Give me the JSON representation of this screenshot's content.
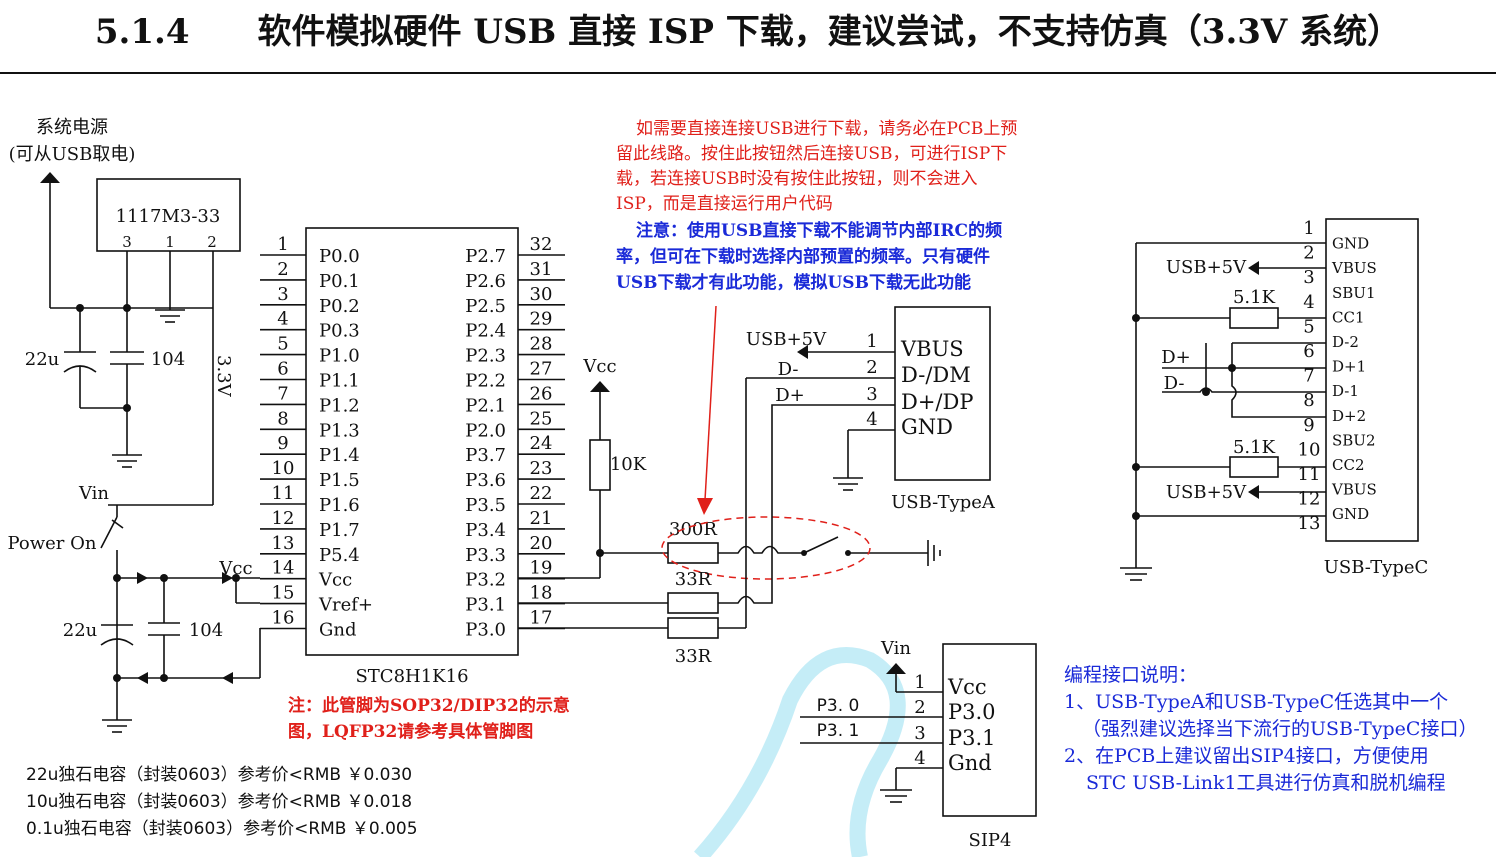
{
  "title": "5.1.4  软件模拟硬件 USB 直接 ISP 下载，建议尝试，不支持仿真（3.3V 系统）",
  "power": {
    "system_power_line1": "系统电源",
    "system_power_line2": "(可从USB取电)",
    "regulator": "1117M3-33",
    "reg_pin3": "3",
    "reg_pin1": "1",
    "reg_pin2": "2",
    "cap_22u": "22u",
    "cap_104": "104",
    "v33": "3.3V",
    "vin": "Vin",
    "power_on": "Power On",
    "vcc": "Vcc",
    "cap2_22u": "22u",
    "cap2_104": "104"
  },
  "mcu": {
    "name": "STC8H1K16",
    "left_pins": [
      {
        "num": "1",
        "name": "P0.0"
      },
      {
        "num": "2",
        "name": "P0.1"
      },
      {
        "num": "3",
        "name": "P0.2"
      },
      {
        "num": "4",
        "name": "P0.3"
      },
      {
        "num": "5",
        "name": "P1.0"
      },
      {
        "num": "6",
        "name": "P1.1"
      },
      {
        "num": "7",
        "name": "P1.2"
      },
      {
        "num": "8",
        "name": "P1.3"
      },
      {
        "num": "9",
        "name": "P1.4"
      },
      {
        "num": "10",
        "name": "P1.5"
      },
      {
        "num": "11",
        "name": "P1.6"
      },
      {
        "num": "12",
        "name": "P1.7"
      },
      {
        "num": "13",
        "name": "P5.4"
      },
      {
        "num": "14",
        "name": "Vcc"
      },
      {
        "num": "15",
        "name": "Vref+"
      },
      {
        "num": "16",
        "name": "Gnd"
      }
    ],
    "right_pins": [
      {
        "num": "32",
        "name": "P2.7"
      },
      {
        "num": "31",
        "name": "P2.6"
      },
      {
        "num": "30",
        "name": "P2.5"
      },
      {
        "num": "29",
        "name": "P2.4"
      },
      {
        "num": "28",
        "name": "P2.3"
      },
      {
        "num": "27",
        "name": "P2.2"
      },
      {
        "num": "26",
        "name": "P2.1"
      },
      {
        "num": "25",
        "name": "P2.0"
      },
      {
        "num": "24",
        "name": "P3.7"
      },
      {
        "num": "23",
        "name": "P3.6"
      },
      {
        "num": "22",
        "name": "P3.5"
      },
      {
        "num": "21",
        "name": "P3.4"
      },
      {
        "num": "20",
        "name": "P3.3"
      },
      {
        "num": "19",
        "name": "P3.2"
      },
      {
        "num": "18",
        "name": "P3.1"
      },
      {
        "num": "17",
        "name": "P3.0"
      }
    ]
  },
  "isp_circuit": {
    "vcc": "Vcc",
    "r10k": "10K",
    "r300": "300R",
    "r33a": "33R",
    "r33b": "33R"
  },
  "notes": {
    "red_note": [
      "如需要直接连接USB进行下载，请务必在PCB上预",
      "留此线路。按住此按钮然后连接USB，可进行ISP下",
      "载，若连接USB时没有按住此按钮，则不会进入",
      "ISP，而是直接运行用户代码"
    ],
    "blue_note": [
      "注意：使用USB直接下载不能调节内部IRC的频",
      "率，但可在下载时选择内部预置的频率。只有硬件",
      "USB下载才有此功能，模拟USB下载无此功能"
    ],
    "package_note": [
      "注：此管脚为SOP32/DIP32的示意",
      "图，LQFP32请参考具体管脚图"
    ],
    "prices": [
      "22u独石电容（封装0603）参考价<RMB ￥0.030",
      "10u独石电容（封装0603）参考价<RMB ￥0.018",
      "0.1u独石电容（封装0603）参考价<RMB ￥0.005"
    ],
    "prog_title": "编程接口说明：",
    "prog_lines": [
      "1、USB-TypeA和USB-TypeC任选其中一个",
      "（强烈建议选择当下流行的USB-TypeC接口）",
      "2、在PCB上建议留出SIP4接口，方便使用",
      "STC USB-Link1工具进行仿真和脱机编程"
    ]
  },
  "usb_typea": {
    "name": "USB-TypeA",
    "usb5v": "USB+5V",
    "dminus": "D-",
    "dplus": "D+",
    "pins": [
      {
        "num": "1",
        "name": "VBUS"
      },
      {
        "num": "2",
        "name": "D-/DM"
      },
      {
        "num": "3",
        "name": "D+/DP"
      },
      {
        "num": "4",
        "name": "GND"
      }
    ]
  },
  "usb_typec": {
    "name": "USB-TypeC",
    "usb5v_a": "USB+5V",
    "usb5v_b": "USB+5V",
    "r1": "5.1K",
    "r2": "5.1K",
    "dplus": "D+",
    "dminus": "D-",
    "pins": [
      {
        "num": "1",
        "name": ""
      },
      {
        "num": "2",
        "name": "GND"
      },
      {
        "num": "3",
        "name": "VBUS"
      },
      {
        "num": "4",
        "name": "SBU1"
      },
      {
        "num": "5",
        "name": "CC1"
      },
      {
        "num": "6",
        "name": "D-2"
      },
      {
        "num": "7",
        "name": "D+1"
      },
      {
        "num": "8",
        "name": "D-1"
      },
      {
        "num": "9",
        "name": "D+2"
      },
      {
        "num": "10",
        "name": "SBU2"
      },
      {
        "num": "11",
        "name": "CC2"
      },
      {
        "num": "12",
        "name": "VBUS"
      },
      {
        "num": "13",
        "name": "GND"
      }
    ]
  },
  "sip4": {
    "name": "SIP4",
    "vin": "Vin",
    "p30": "P3. 0",
    "p31": "P3. 1",
    "pins": [
      {
        "num": "1",
        "name": "Vcc"
      },
      {
        "num": "2",
        "name": "P3.0"
      },
      {
        "num": "3",
        "name": "P3.1"
      },
      {
        "num": "4",
        "name": "Gnd"
      }
    ]
  },
  "colors": {
    "red_note": "#e0201a",
    "blue_note": "#1a2ad8",
    "highlight": "#e0201a",
    "watermark": "#7fd6ee"
  }
}
